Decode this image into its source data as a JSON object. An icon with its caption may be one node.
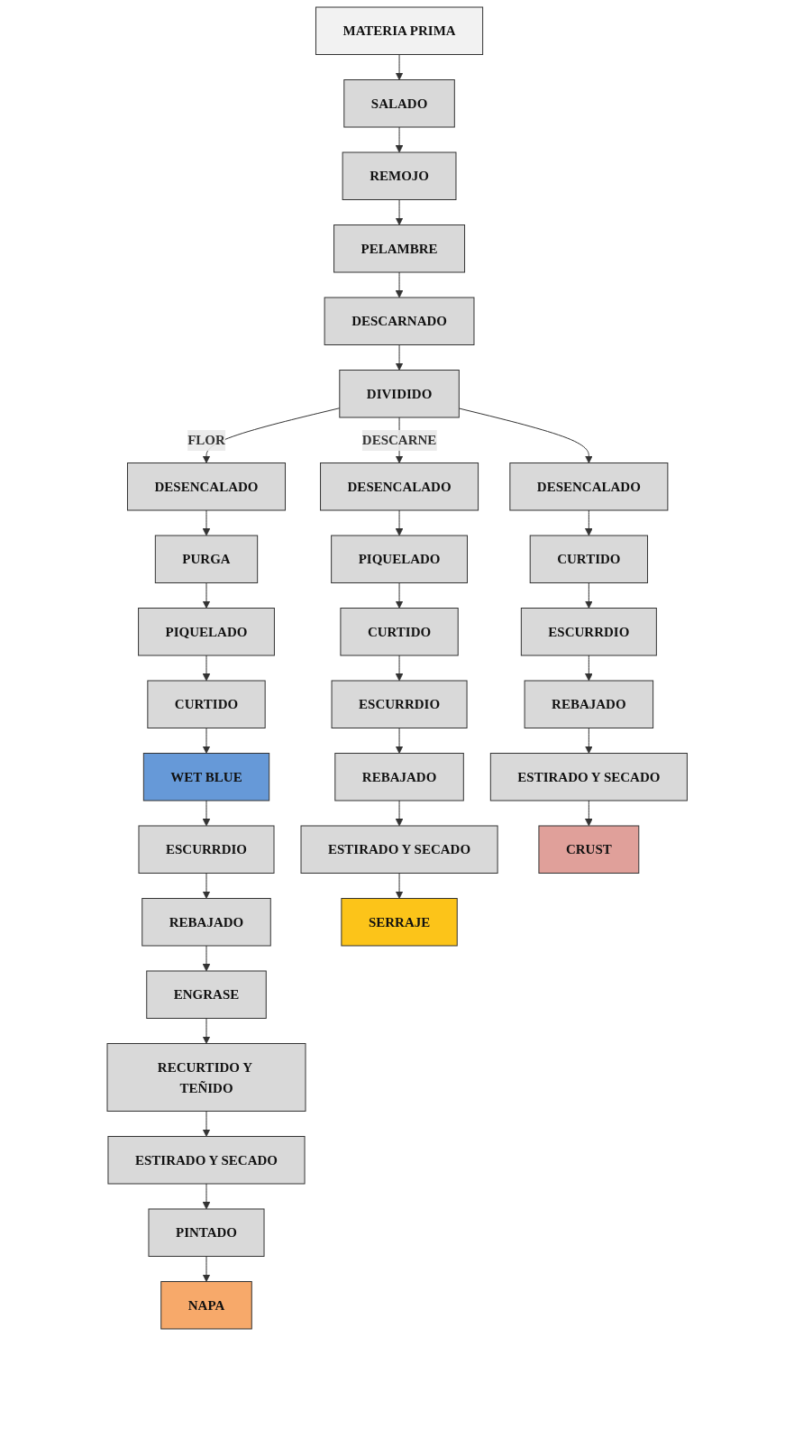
{
  "diagram": {
    "nodes": [
      {
        "text": [
          "MATERIA PRIMA"
        ]
      },
      {
        "text": [
          "SALADO"
        ]
      },
      {
        "text": [
          "REMOJO"
        ]
      },
      {
        "text": [
          "PELAMBRE"
        ]
      },
      {
        "text": [
          "DESCARNADO"
        ]
      },
      {
        "text": [
          "DIVIDIDO"
        ]
      },
      {
        "text": [
          "DESENCALADO"
        ]
      },
      {
        "text": [
          "PURGA"
        ]
      },
      {
        "text": [
          "PIQUELADO"
        ]
      },
      {
        "text": [
          "CURTIDO"
        ]
      },
      {
        "text": [
          "WET BLUE"
        ]
      },
      {
        "text": [
          "ESCURRDIO"
        ]
      },
      {
        "text": [
          "REBAJADO"
        ]
      },
      {
        "text": [
          "ENGRASE"
        ]
      },
      {
        "text": [
          "RECURTIDO Y TEÑIDO"
        ]
      },
      {
        "text": [
          "ESTIRADO Y SECADO"
        ]
      },
      {
        "text": [
          "PINTADO"
        ]
      },
      {
        "text": [
          "NAPA"
        ]
      },
      {
        "text": [
          "DESENCALADO"
        ]
      },
      {
        "text": [
          "PIQUELADO"
        ]
      },
      {
        "text": [
          "CURTIDO"
        ]
      },
      {
        "text": [
          "ESCURRDIO"
        ]
      },
      {
        "text": [
          "REBAJADO"
        ]
      },
      {
        "text": [
          "ESTIRADO Y SECADO"
        ]
      },
      {
        "text": [
          "SERRAJE"
        ]
      },
      {
        "text": [
          "DESENCALADO"
        ]
      },
      {
        "text": [
          "CURTIDO"
        ]
      },
      {
        "text": [
          "ESCURRDIO"
        ]
      },
      {
        "text": [
          "REBAJADO"
        ]
      },
      {
        "text": [
          "ESTIRADO Y SECADO"
        ]
      },
      {
        "text": [
          "CRUST"
        ]
      }
    ],
    "edges": [
      {
        "from": 0,
        "to": 1,
        "arrow": "to"
      },
      {
        "from": 1,
        "to": 2,
        "arrow": "to"
      },
      {
        "from": 2,
        "to": 3,
        "arrow": "to"
      },
      {
        "from": 3,
        "to": 4,
        "arrow": "to"
      },
      {
        "from": 4,
        "to": 5,
        "arrow": "to"
      },
      {
        "from": 5,
        "to": 6,
        "arrow": "to",
        "label": "FLOR"
      },
      {
        "from": 6,
        "to": 7,
        "arrow": "to"
      },
      {
        "from": 7,
        "to": 8,
        "arrow": "to"
      },
      {
        "from": 8,
        "to": 9,
        "arrow": "to"
      },
      {
        "from": 9,
        "to": 10,
        "arrow": "to"
      },
      {
        "from": 10,
        "to": 11,
        "arrow": "to"
      },
      {
        "from": 11,
        "to": 12,
        "arrow": "to"
      },
      {
        "from": 12,
        "to": 13,
        "arrow": "to"
      },
      {
        "from": 13,
        "to": 14,
        "arrow": "to"
      },
      {
        "from": 14,
        "to": 15,
        "arrow": "to"
      },
      {
        "from": 15,
        "to": 16,
        "arrow": "to"
      },
      {
        "from": 16,
        "to": 17,
        "arrow": "to"
      },
      {
        "from": 5,
        "to": 18,
        "arrow": "to",
        "label": "DESCARNE"
      },
      {
        "from": 5,
        "to": 25,
        "arrow": "to"
      },
      {
        "from": 18,
        "to": 19,
        "arrow": "to"
      },
      {
        "from": 19,
        "to": 20,
        "arrow": "to"
      },
      {
        "from": 20,
        "to": 21,
        "arrow": "to"
      },
      {
        "from": 21,
        "to": 22,
        "arrow": "to"
      },
      {
        "from": 22,
        "to": 23,
        "arrow": "to"
      },
      {
        "from": 23,
        "to": 24,
        "arrow": "to"
      },
      {
        "from": 25,
        "to": 26,
        "arrow": "to"
      },
      {
        "from": 26,
        "to": 27,
        "arrow": "to"
      },
      {
        "from": 27,
        "to": 28,
        "arrow": "to"
      },
      {
        "from": 28,
        "to": 29,
        "arrow": "to"
      },
      {
        "from": 29,
        "to": 30,
        "arrow": "to"
      }
    ]
  }
}
